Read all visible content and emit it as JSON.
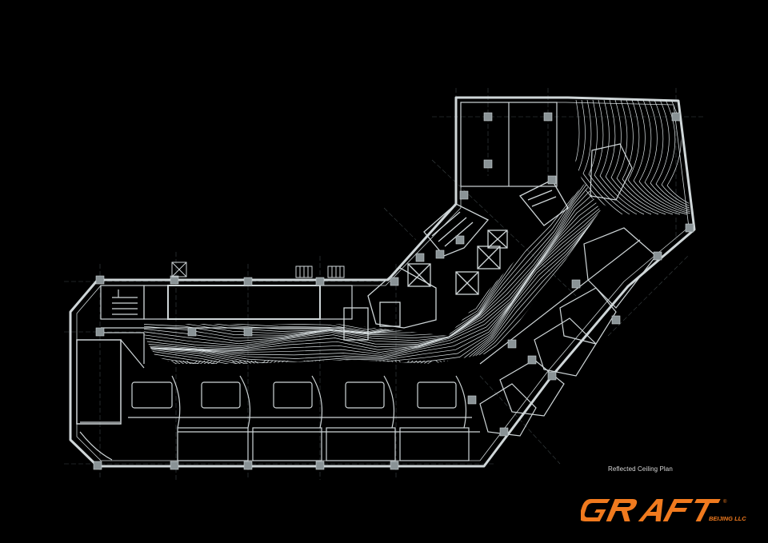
{
  "caption": "Reflected Ceiling Plan",
  "logo": {
    "wordmark": "GRAFT",
    "suffix": "BEIJING LLC",
    "registered": "®"
  },
  "colors": {
    "background": "#000000",
    "linework": "#cfd6d8",
    "column": "#8a9396",
    "logo": "#f07a1e"
  }
}
